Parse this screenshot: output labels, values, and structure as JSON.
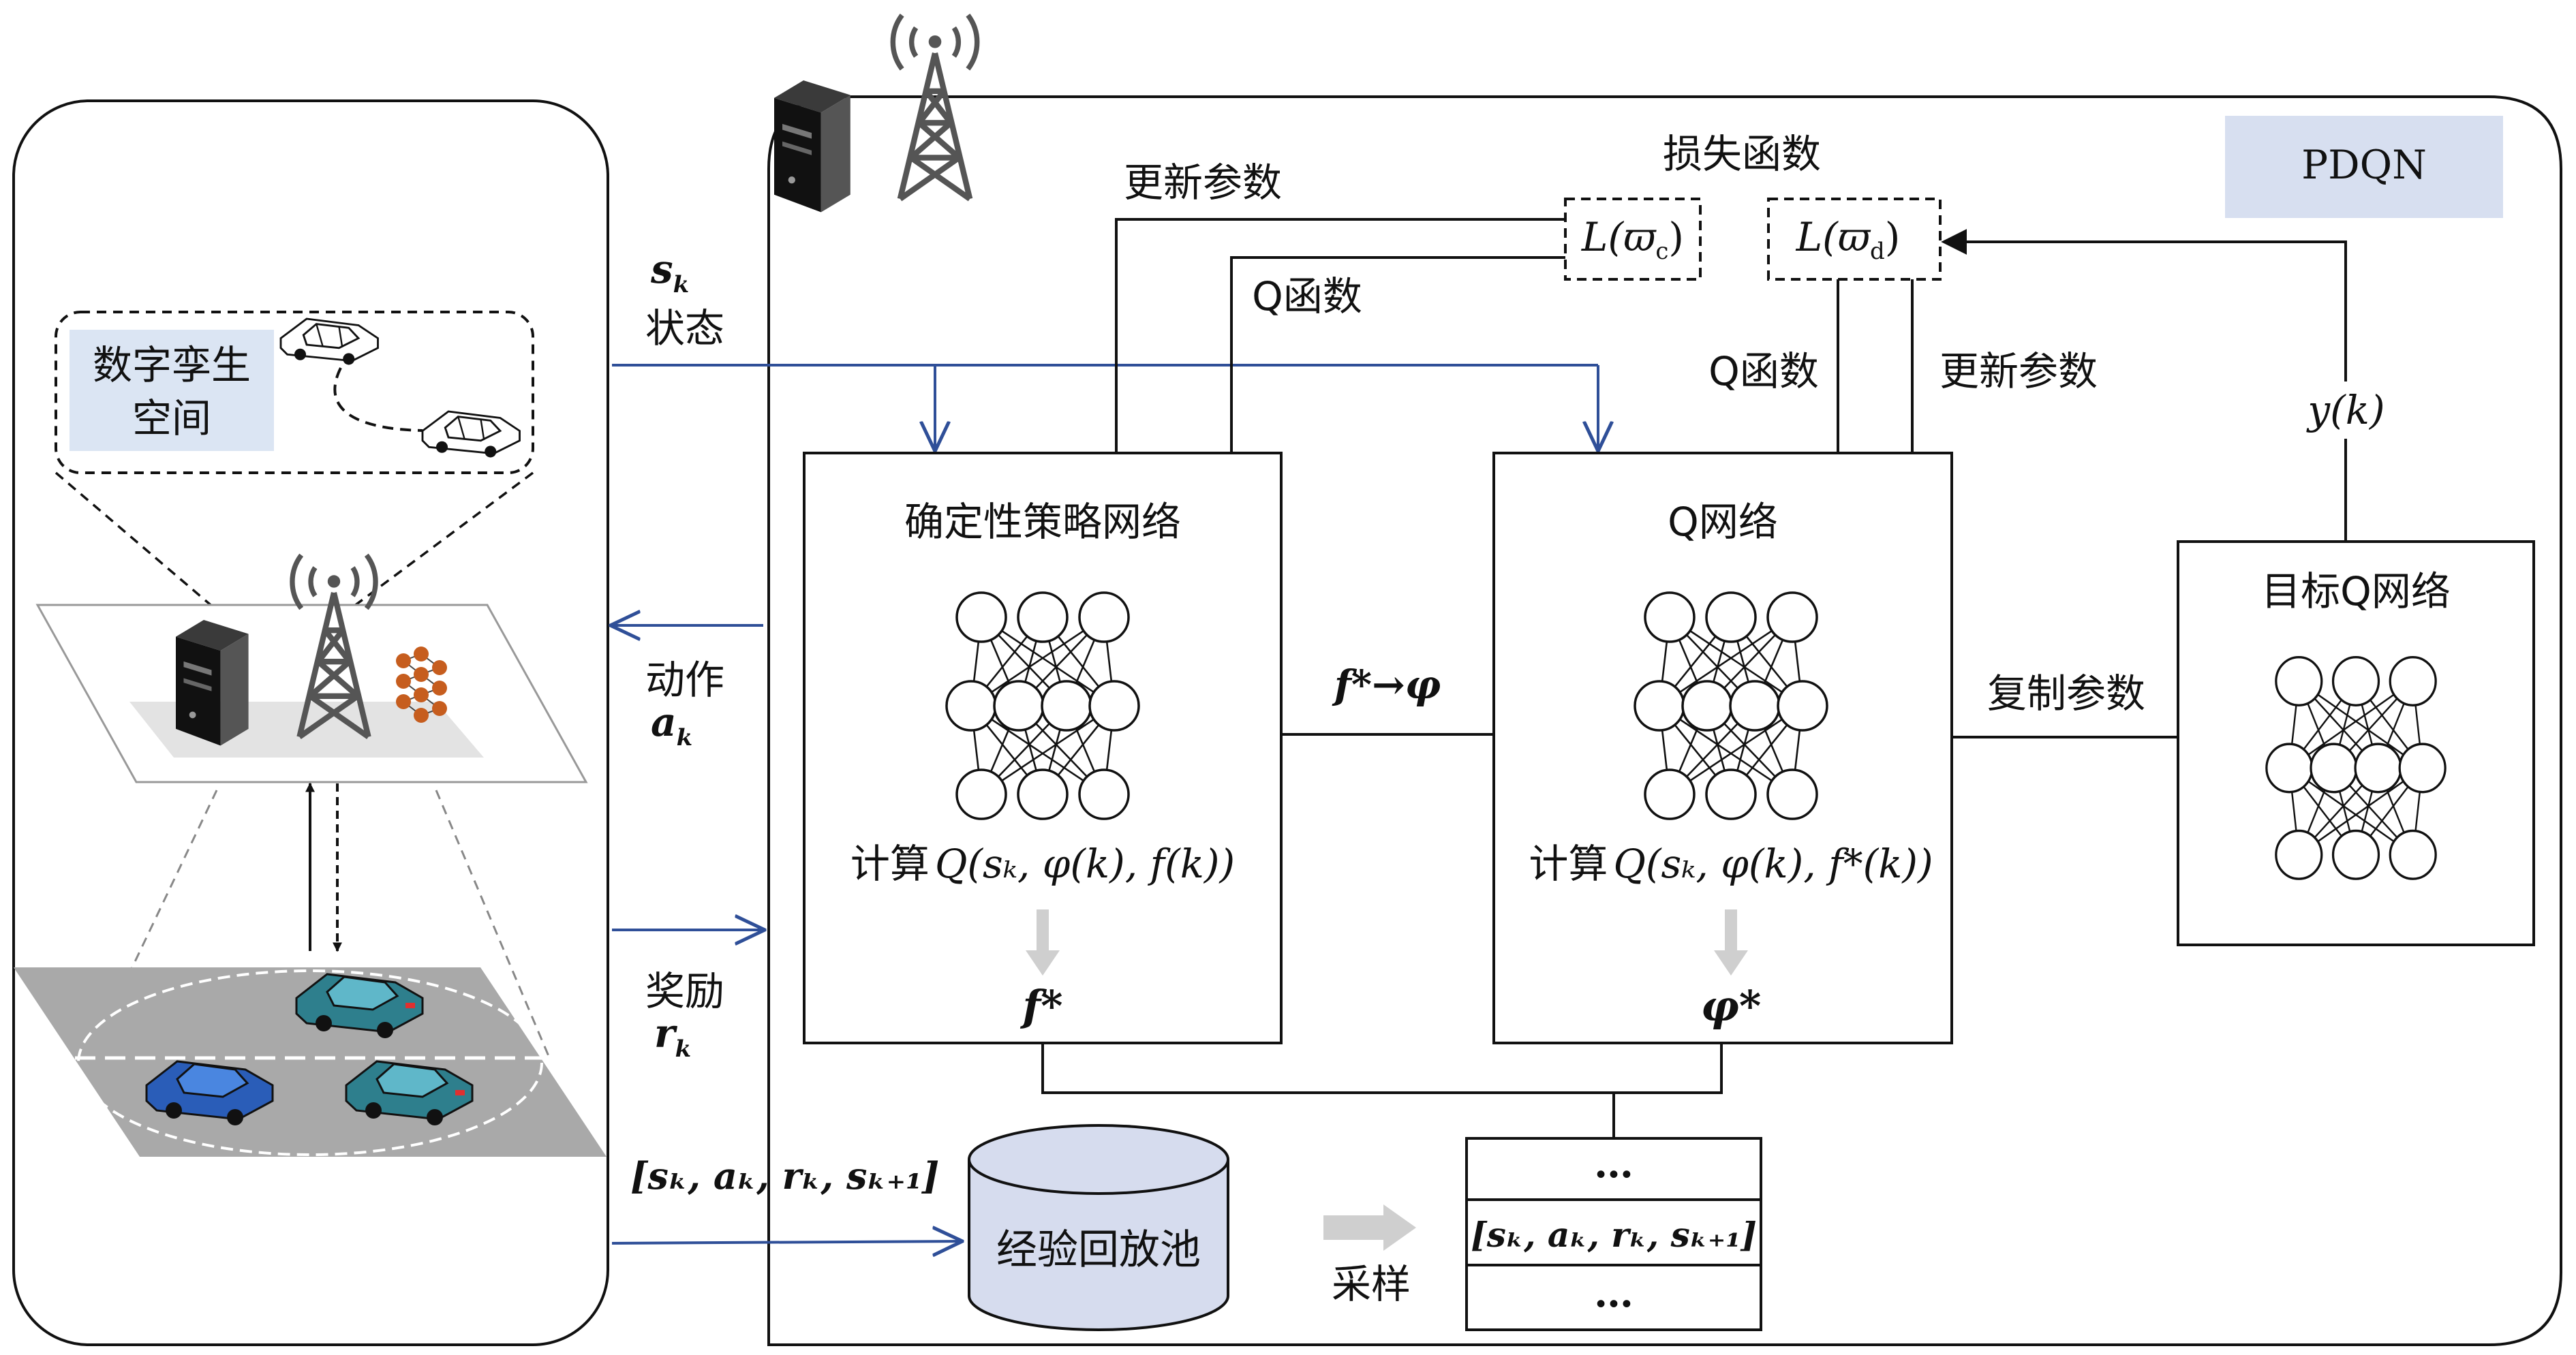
{
  "left_panel": {
    "dt_label": [
      "数字孪生",
      "空间"
    ]
  },
  "labels": {
    "state_sym": "s",
    "state_sub": "k",
    "state_text": "状态",
    "action_text": "动作",
    "action_sym": "a",
    "action_sub": "k",
    "reward_text": "奖励",
    "reward_sym": "r",
    "reward_sub": "k",
    "transition": "[sₖ, aₖ, rₖ, sₖ₊₁]",
    "pdqn": "PDQN",
    "loss_title": "损失函数",
    "loss_c": "L(ϖ",
    "loss_c_sub": "c",
    "loss_d": "L(ϖ",
    "loss_d_sub": "d",
    "loss_close": ")",
    "update_params_1": "更新参数",
    "q_func_1": "Q函数",
    "q_func_2": "Q函数",
    "update_params_2": "更新参数",
    "target_y": "y(k)",
    "copy_params": "复制参数",
    "f_to_phi": "f*→φ",
    "replay_pool": "经验回放池",
    "sampling": "采样",
    "buffer_dots_top": "…",
    "buffer_row": "[sₖ, aₖ, rₖ, sₖ₊₁]",
    "buffer_dots_bottom": "…"
  },
  "boxes": {
    "actor": {
      "title": "确定性策略网络",
      "compute_prefix": "计算",
      "compute_formula": "Q(sₖ, φ(k), f(k))",
      "output": "f*"
    },
    "q_net": {
      "title": "Q网络",
      "compute_prefix": "计算",
      "compute_formula": "Q(sₖ, φ(k), f*(k))",
      "output": "φ*"
    },
    "target_net": {
      "title": "目标Q网络"
    }
  },
  "colors": {
    "flow_arrow": "#2f4f98",
    "dt_label_bg": "#dbe5f3",
    "pdqn_bg": "#d7dff0",
    "replay_fill": "#d6dcee",
    "road": "#a9a9a9",
    "neuron_orange": "#c65d1e"
  }
}
